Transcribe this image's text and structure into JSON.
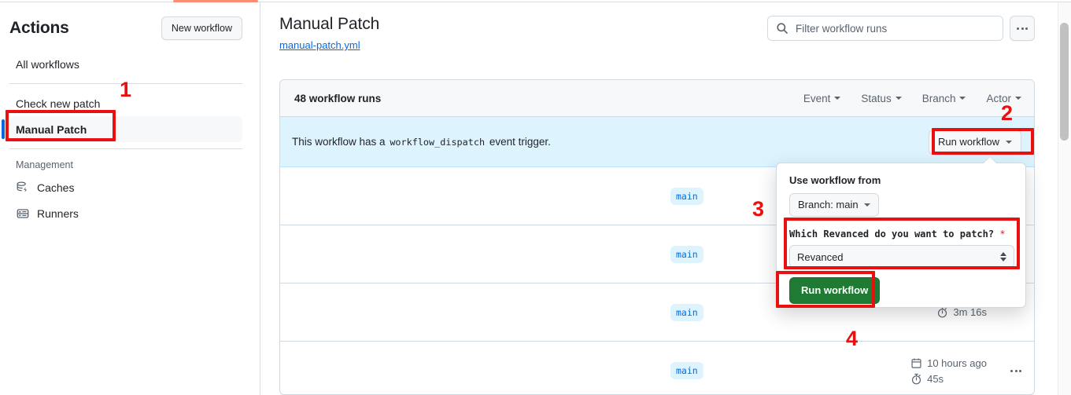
{
  "sidebar": {
    "title": "Actions",
    "new_workflow_label": "New workflow",
    "items": [
      {
        "label": "All workflows",
        "icon": "",
        "selected": false
      },
      {
        "label": "Check new patch",
        "icon": "",
        "selected": false
      },
      {
        "label": "Manual Patch",
        "icon": "",
        "selected": true
      }
    ],
    "management_label": "Management",
    "management_items": [
      {
        "label": "Caches",
        "icon": "cache-icon"
      },
      {
        "label": "Runners",
        "icon": "runners-icon"
      }
    ]
  },
  "header": {
    "workflow_title": "Manual Patch",
    "workflow_file": "manual-patch.yml",
    "search_placeholder": "Filter workflow runs",
    "search_value": "",
    "search_icon": "search-icon",
    "kebab_icon": "kebab-horizontal-icon"
  },
  "runs": {
    "count_label": "48 workflow runs",
    "filters": [
      {
        "label": "Event"
      },
      {
        "label": "Status"
      },
      {
        "label": "Branch"
      },
      {
        "label": "Actor"
      }
    ],
    "banner": {
      "text_before": "This workflow has a",
      "code": "workflow_dispatch",
      "text_after": "event trigger.",
      "run_button_label": "Run workflow"
    },
    "rows": [
      {
        "branch": "main",
        "time": "",
        "duration": ""
      },
      {
        "branch": "main",
        "time": "",
        "duration": ""
      },
      {
        "branch": "main",
        "time": "",
        "duration": "3m 16s"
      },
      {
        "branch": "main",
        "time": "10 hours ago",
        "duration": "45s"
      }
    ]
  },
  "run_panel": {
    "use_workflow_from_label": "Use workflow from",
    "branch_selector_label": "Branch: main",
    "input_label": "Which Revanced do you want to patch?",
    "required_marker": "*",
    "input_value": "Revanced",
    "submit_label": "Run workflow"
  },
  "annotations": {
    "markers": [
      "1",
      "2",
      "3",
      "4"
    ]
  },
  "colors": {
    "accent_blue": "#0969da",
    "banner_blue": "#ddf4ff",
    "green": "#1f7b34",
    "annotation_red": "#e8110f",
    "tab_orange": "#fd8c73"
  }
}
